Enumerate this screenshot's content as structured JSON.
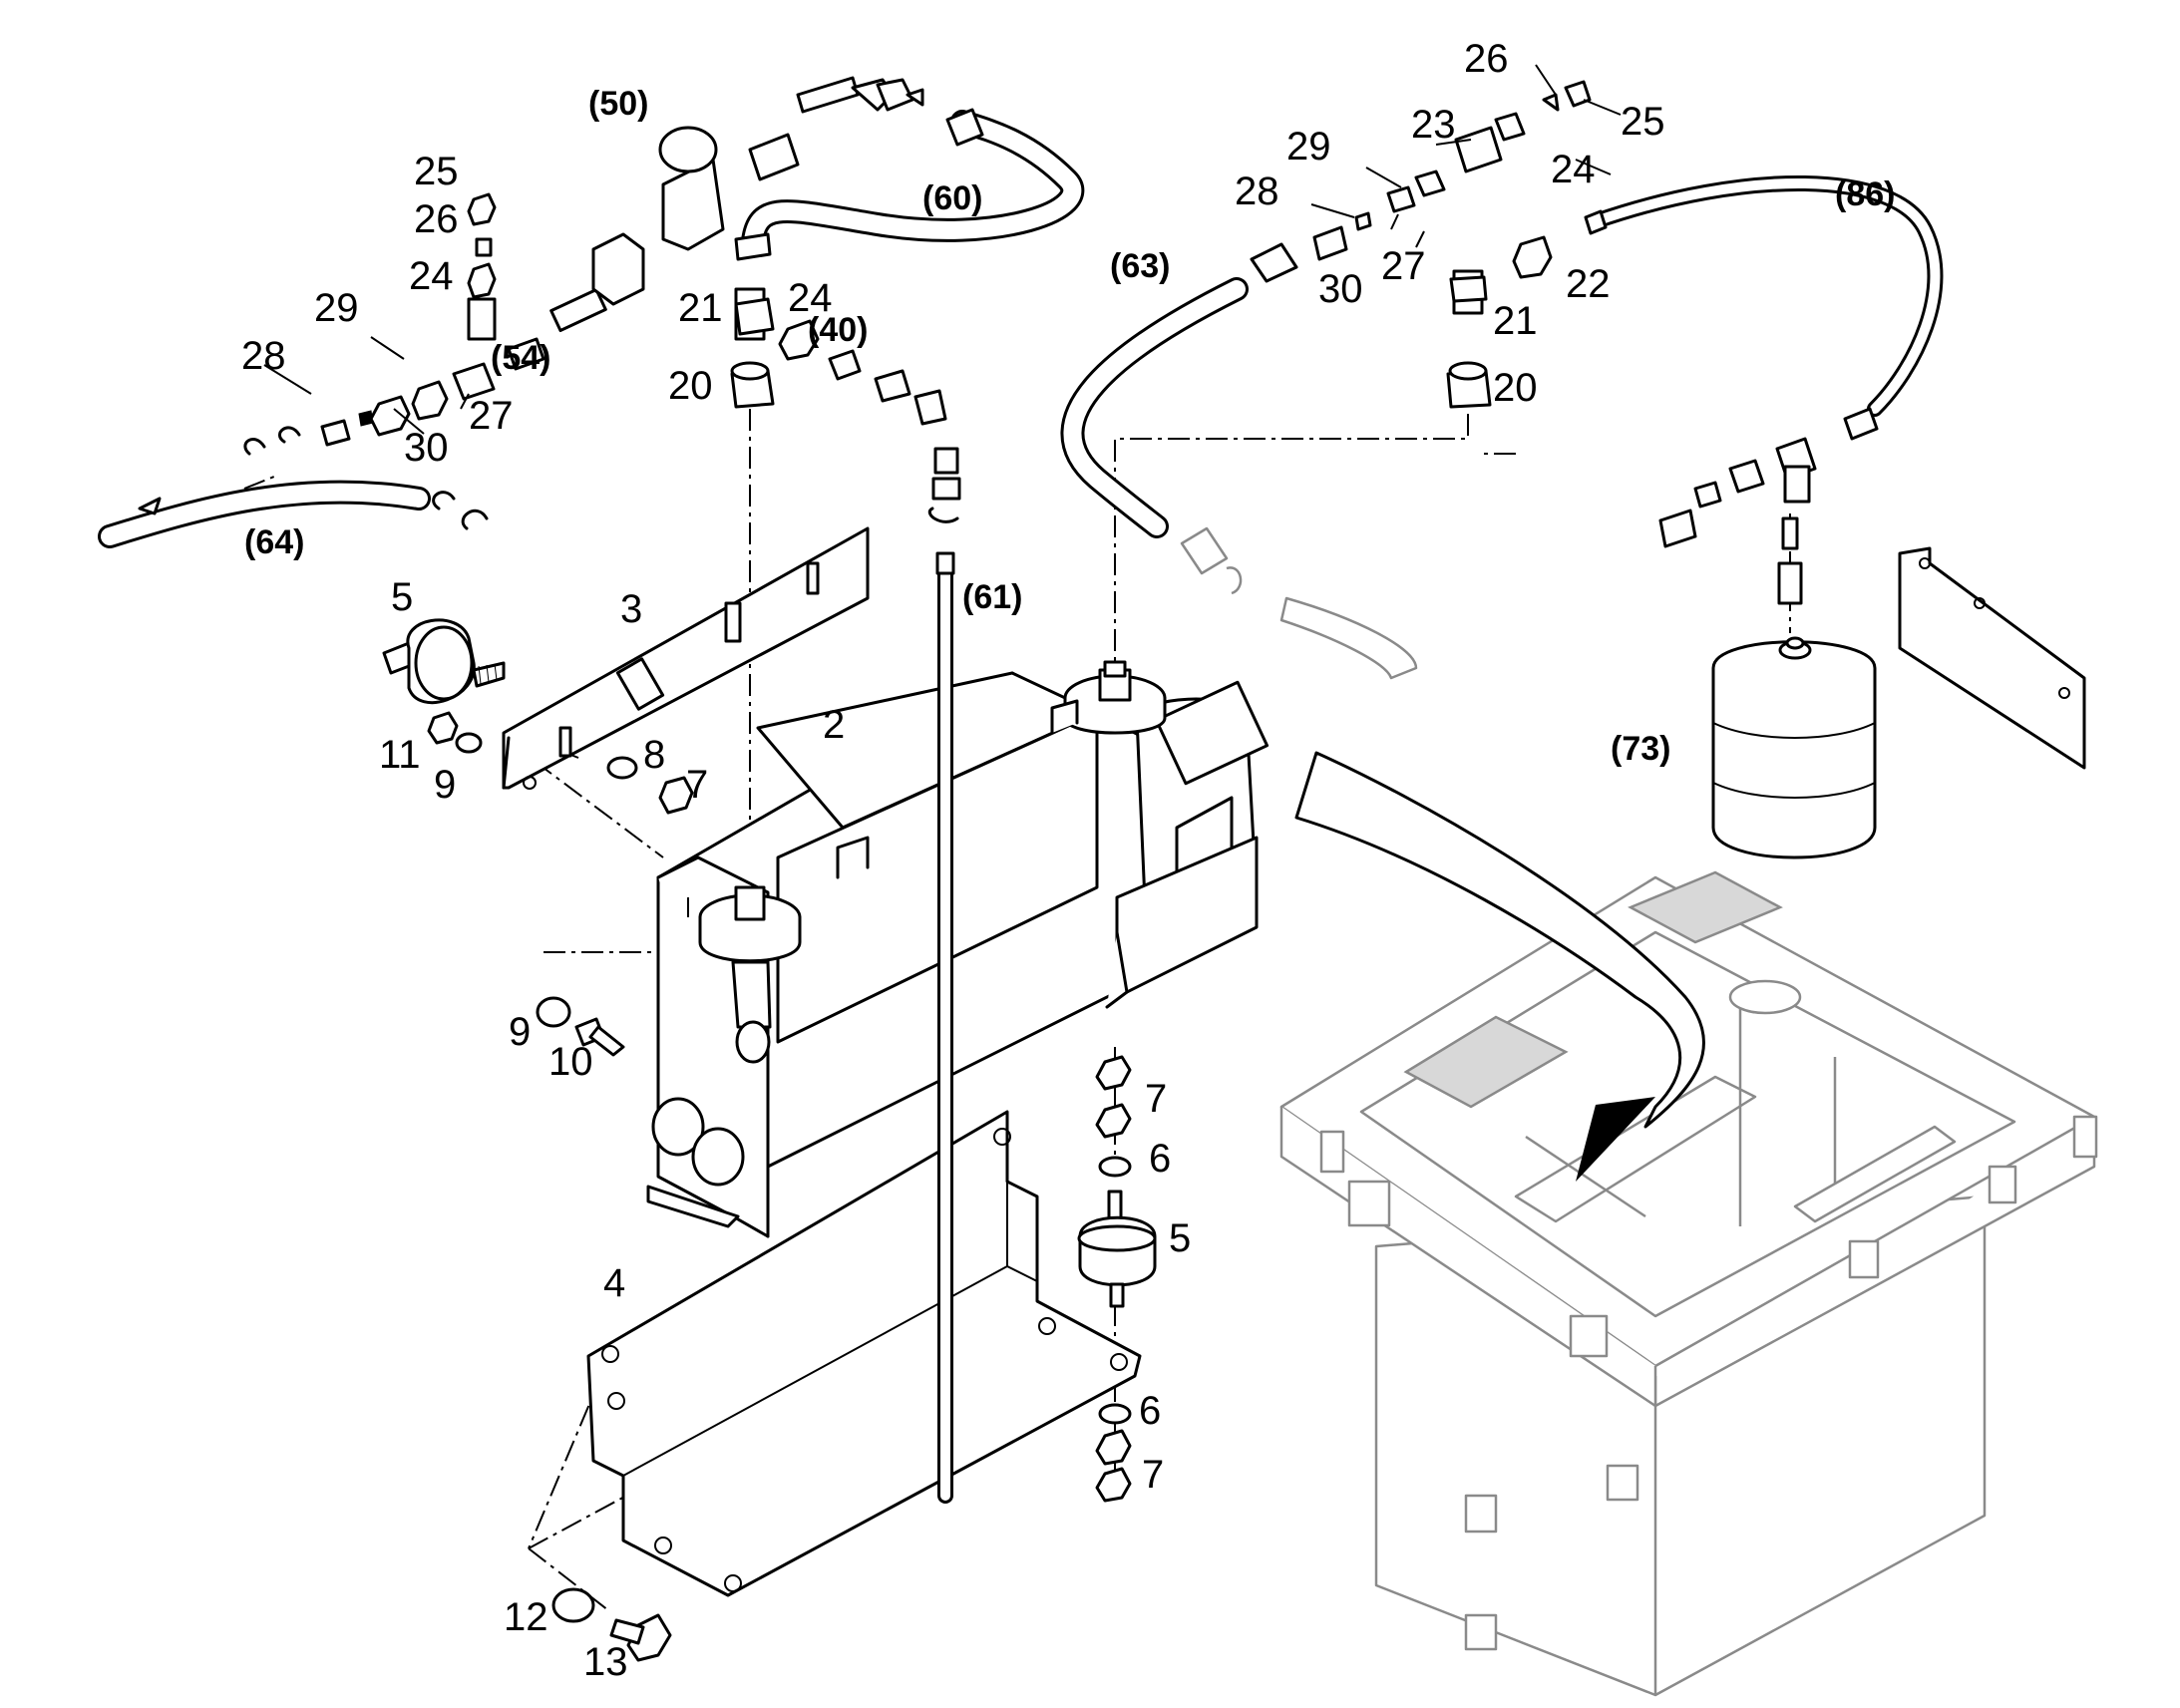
{
  "callouts": {
    "p2": "2",
    "p3": "3",
    "p4": "4",
    "p5a": "5",
    "p5b": "5",
    "p6a": "6",
    "p6b": "6",
    "p7a": "7",
    "p7b": "7",
    "p7c": "7",
    "p8": "8",
    "p9a": "9",
    "p9b": "9",
    "p10": "10",
    "p11": "11",
    "p12": "12",
    "p13": "13",
    "p20a": "20",
    "p20b": "20",
    "p21a": "21",
    "p21b": "21",
    "p22": "22",
    "p23": "23",
    "p24a": "24",
    "p24b": "24",
    "p24c": "24",
    "p25a": "25",
    "p25b": "25",
    "p26a": "26",
    "p26b": "26",
    "p27a": "27",
    "p27b": "27",
    "p28a": "28",
    "p28b": "28",
    "p29a": "29",
    "p29b": "29",
    "p30a": "30",
    "p30b": "30"
  },
  "references": {
    "r40": "(40)",
    "r50": "(50)",
    "r54": "(54)",
    "r60": "(60)",
    "r61": "(61)",
    "r63": "(63)",
    "r64": "(64)",
    "r73": "(73)",
    "r86": "(86)"
  }
}
